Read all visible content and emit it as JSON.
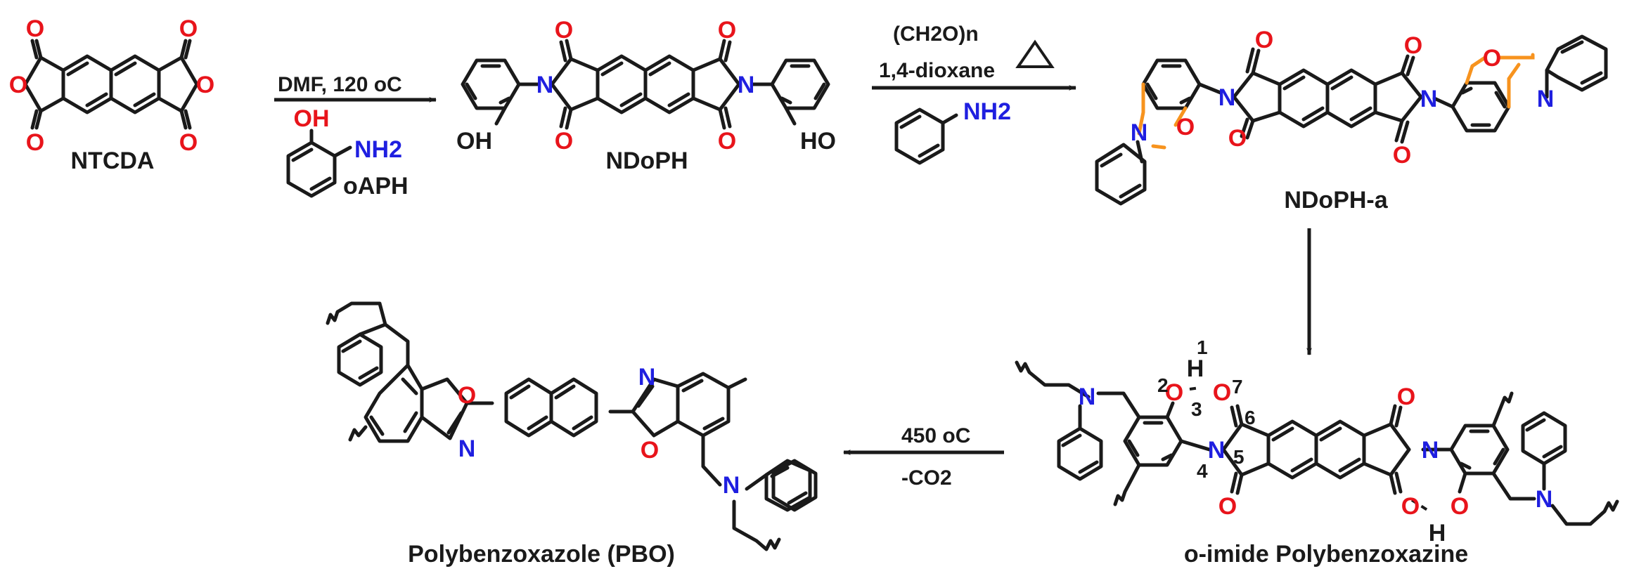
{
  "colors": {
    "bond": "#1a1a1a",
    "oxygen": "#e8141b",
    "nitrogen": "#1f1fe0",
    "oxazine_ring": "#f7931e"
  },
  "compounds": {
    "ntcda": "NTCDA",
    "oaph": "oAPH",
    "ndoph": "NDoPH",
    "ndoph_a": "NDoPH-a",
    "o_imide_pbz": "o-imide Polybenzoxazine",
    "pbo": "Polybenzoxazole (PBO)"
  },
  "conditions": {
    "step1": "DMF, 120 oC",
    "step2_reagent": "(CH2O)n",
    "step2_solvent": "1,4-dioxane",
    "step4_temp": "450 oC",
    "step4_loss": "-CO2"
  },
  "atoms": {
    "O": "O",
    "N": "N",
    "OH": "OH",
    "HO": "HO",
    "NH2": "NH2",
    "H": "H"
  },
  "labels": {
    "n1": "1",
    "n2": "2",
    "n3": "3",
    "n4": "4",
    "n5": "5",
    "n6": "6",
    "n7": "7"
  },
  "icons": {
    "heat": "triangle-heat-icon",
    "arrow": "reaction-arrow-icon"
  }
}
